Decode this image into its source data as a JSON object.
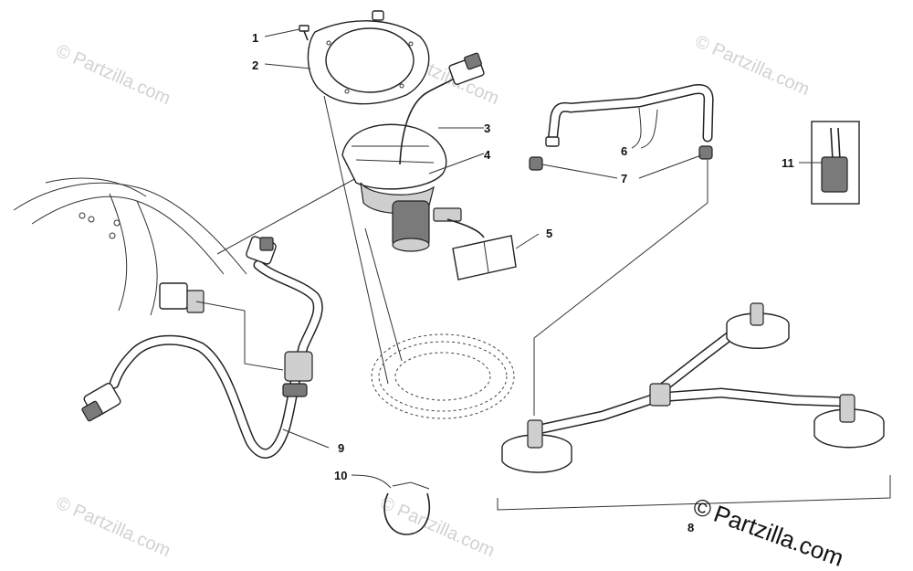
{
  "watermarks": [
    {
      "text": "© Partzilla.com"
    },
    {
      "text": "© Partzilla.com"
    },
    {
      "text": "© Partzilla.com"
    },
    {
      "text": "© Partzilla.com"
    },
    {
      "text": "© Partzilla.com"
    }
  ],
  "brand_mark": {
    "copyright": "©",
    "name": "Partzilla.com"
  },
  "callouts": [
    "1",
    "2",
    "3",
    "4",
    "5",
    "6",
    "7",
    "8",
    "9",
    "10",
    "11"
  ]
}
